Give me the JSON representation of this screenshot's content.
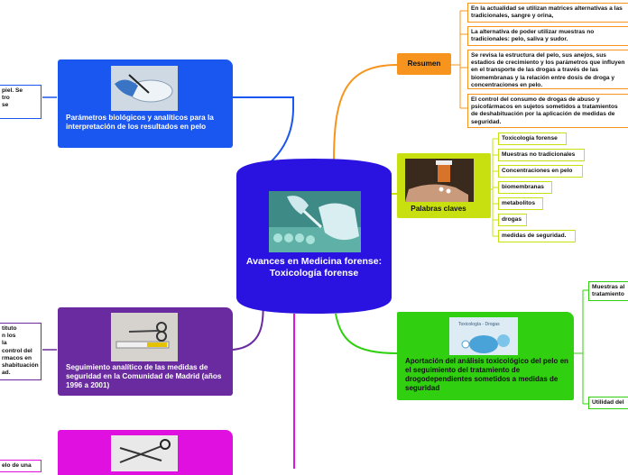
{
  "central": {
    "title": "Avances en Medicina forense: Toxicología forense",
    "image": "lab-glove-pipette-icon",
    "color": "#2A12E0"
  },
  "topics": {
    "parametros": {
      "title": "Parámetros biológicos y analíticos para la interpretación de los resultados en pelo",
      "image": "petri-dish-gloved-hand-icon",
      "color": "#1A56F0"
    },
    "seguimiento": {
      "title": "Seguimiento analítico de las medidas de seguridad en la Comunidad de Madrid (años 1996 a 2001)",
      "image": "scissors-hair-sample-icon",
      "color": "#6A2AA0"
    },
    "magenta_topic": {
      "image": "scissors-icon",
      "color": "#E010E0"
    },
    "resumen": {
      "title": "Resumen",
      "color": "#F7941D"
    },
    "palabras": {
      "title": "Palabras claves",
      "image": "pills-hand-icon",
      "color": "#C8E010"
    },
    "aportacion": {
      "title": "Aportación del análisis toxicológico del pelo en el seguimiento del tratamiento de drogodependientes sometidos a medidas de seguridad",
      "image": "toxicology-drugs-icon",
      "image_caption": "Toxicología - Drogas",
      "color": "#30D010"
    }
  },
  "resumen_leaves": [
    "En la actualidad se utilizan matrices alternativas a las tradicionales, sangre y orina,",
    "La alternativa de poder utilizar muestras no tradicionales: pelo, saliva y sudor.",
    "Se revisa la estructura del pelo, sus anejos, sus estadios de crecimiento y los parámetros que influyen en el transporte de las drogas a través de las biomembranas y la relación entre dosis de droga y concentraciones en pelo.",
    "El control del consumo de drogas de abuso y psicofármacos en sujetos sometidos a tratamientos de deshabituación por la aplicación de medidas de seguridad."
  ],
  "palabras_leaves": [
    "Toxicología forense",
    "Muestras no tradicionales",
    "Concentraciones en pelo",
    "biomembranas",
    "metabolitos",
    "drogas",
    "medidas de seguridad."
  ],
  "aportacion_leaves": [
    "Muestras al tratamiento",
    "Utilidad del"
  ],
  "left_leaves": {
    "parametros": "piel. Se\ntro\nse",
    "seguimiento": "tituto\nn los\nla\ncontrol del\nrmacos en\nshabituación\nad.",
    "magenta": "elo de una"
  }
}
